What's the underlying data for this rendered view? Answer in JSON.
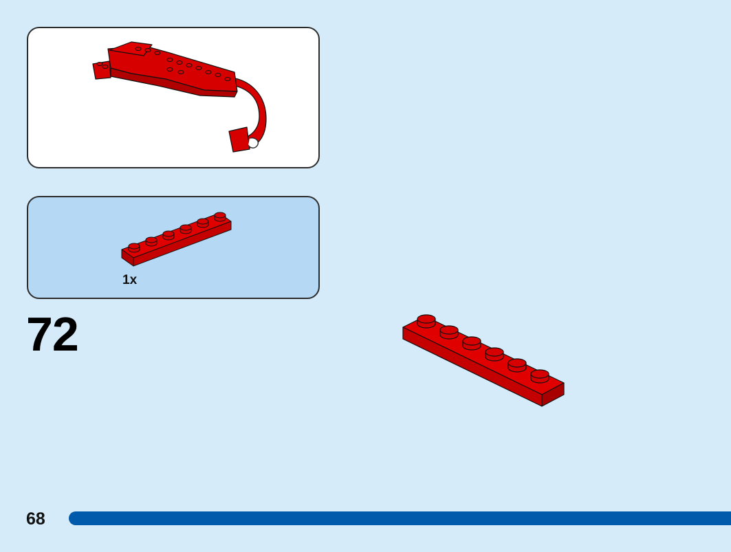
{
  "step": {
    "number": "72"
  },
  "parts_list": {
    "items": [
      {
        "part": "plate-1x6",
        "color": "#d60000",
        "quantity": "1x"
      }
    ]
  },
  "page": {
    "number": "68"
  },
  "colors": {
    "background": "#d6ebf9",
    "parts_panel": "#b5d8f5",
    "brick_red": "#d60000",
    "progress_bar": "#005aab"
  }
}
